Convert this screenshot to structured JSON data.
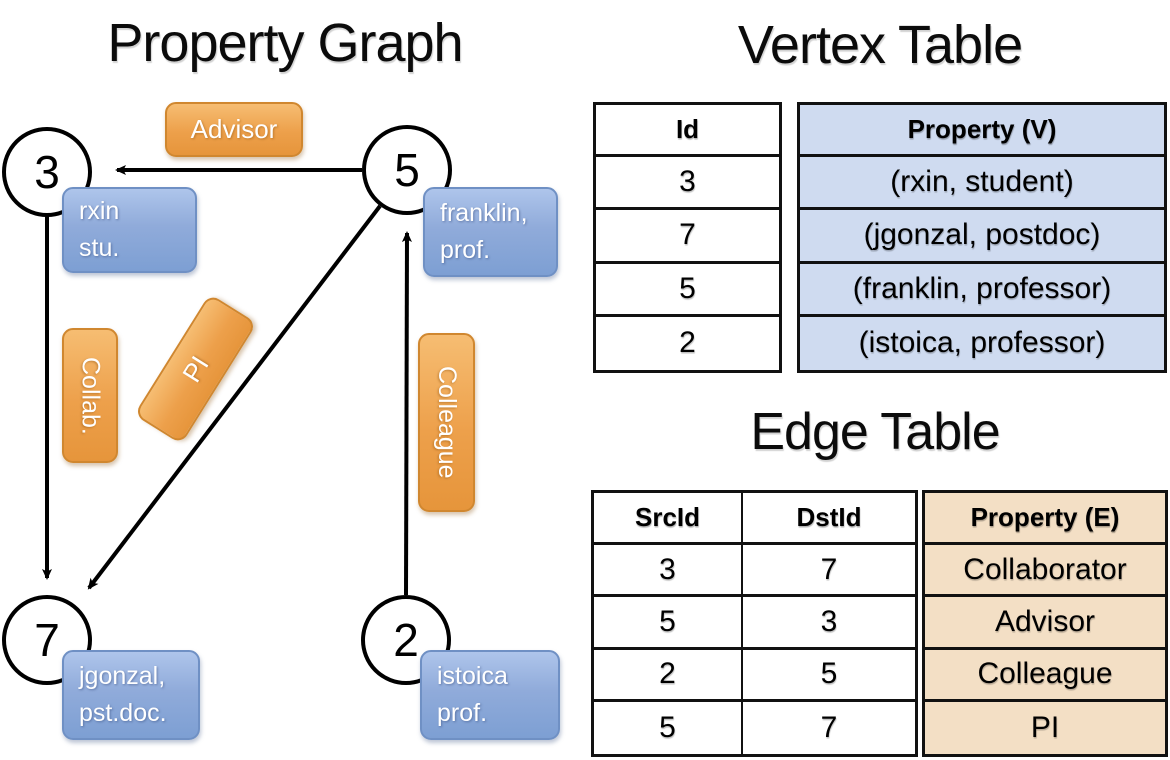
{
  "colors": {
    "orange_pill": "#eda04b",
    "blue_pill": "#8fabd9",
    "vertex_cell_bg": "#cfdbf0",
    "edge_cell_bg": "#f3dfc5",
    "edge_line": "#000000"
  },
  "graph": {
    "title": "Property Graph",
    "vertices": {
      "v3": {
        "id": "3",
        "line1": "rxin",
        "line2": "stu."
      },
      "v5": {
        "id": "5",
        "line1": "franklin,",
        "line2": "prof."
      },
      "v7": {
        "id": "7",
        "line1": "jgonzal,",
        "line2": "pst.doc."
      },
      "v2": {
        "id": "2",
        "line1": "istoica",
        "line2": "prof."
      }
    },
    "edge_labels": {
      "advisor": "Advisor",
      "collab": "Collab.",
      "pi": "PI",
      "colleague": "Colleague"
    }
  },
  "vertex_table": {
    "title": "Vertex Table",
    "columns": {
      "id": "Id",
      "property": "Property (V)"
    },
    "rows": [
      {
        "id": "3",
        "property": "(rxin, student)"
      },
      {
        "id": "7",
        "property": "(jgonzal, postdoc)"
      },
      {
        "id": "5",
        "property": "(franklin, professor)"
      },
      {
        "id": "2",
        "property": "(istoica, professor)"
      }
    ]
  },
  "edge_table": {
    "title": "Edge Table",
    "columns": {
      "src": "SrcId",
      "dst": "DstId",
      "property": "Property (E)"
    },
    "rows": [
      {
        "src": "3",
        "dst": "7",
        "property": "Collaborator"
      },
      {
        "src": "5",
        "dst": "3",
        "property": "Advisor"
      },
      {
        "src": "2",
        "dst": "5",
        "property": "Colleague"
      },
      {
        "src": "5",
        "dst": "7",
        "property": "PI"
      }
    ]
  }
}
